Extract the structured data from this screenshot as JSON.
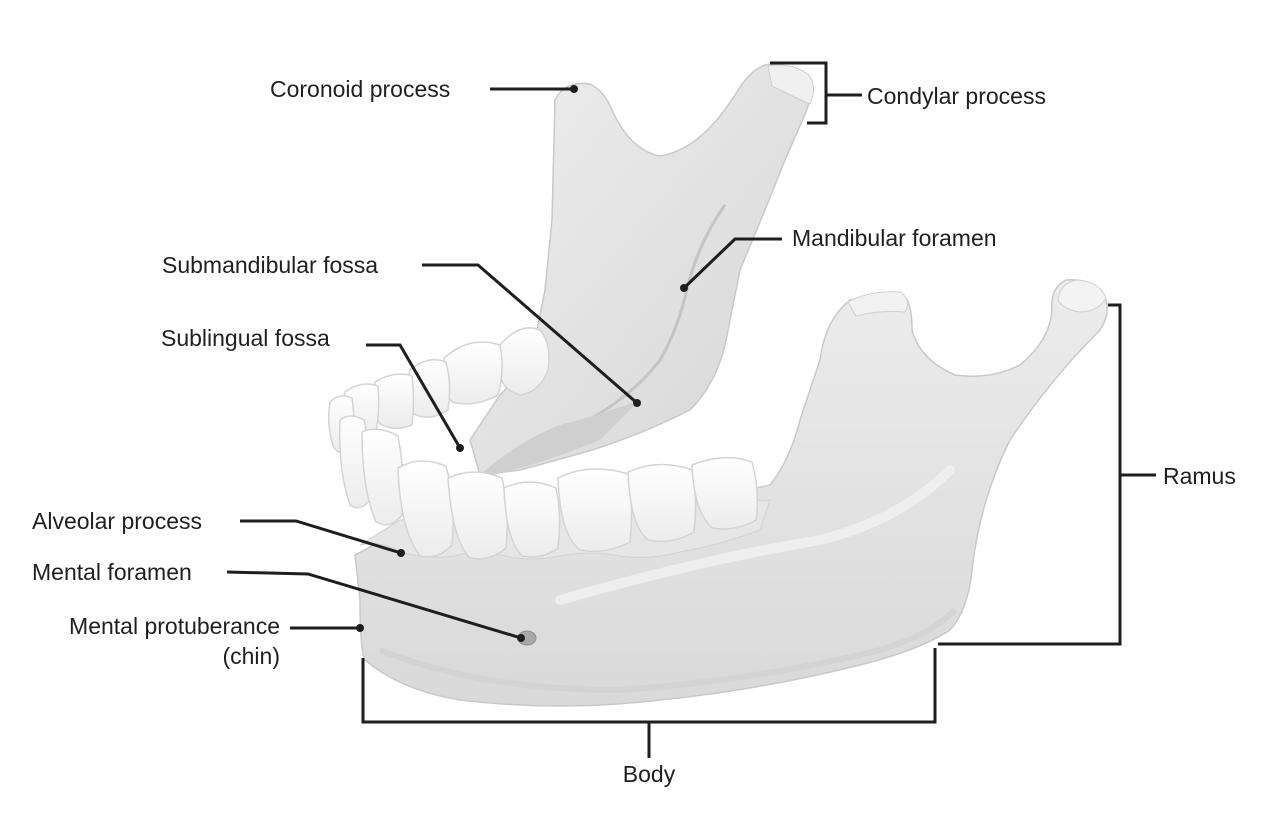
{
  "diagram": {
    "labels": {
      "coronoid_process": "Coronoid process",
      "condylar_process": "Condylar process",
      "mandibular_foramen": "Mandibular foramen",
      "submandibular_fossa": "Submandibular fossa",
      "sublingual_fossa": "Sublingual fossa",
      "alveolar_process": "Alveolar process",
      "mental_foramen": "Mental foramen",
      "mental_protuberance": "Mental protuberance",
      "mental_protuberance_sub": "(chin)",
      "ramus": "Ramus",
      "body": "Body"
    },
    "colors": {
      "bone": "#e2e2e2",
      "bone_shadow": "#cdcdcd",
      "bone_highlight": "#f2f2f2",
      "teeth": "#f7f7f7",
      "teeth_outline": "#d6d6d6",
      "leader_line": "#1e1e1e",
      "text": "#1f1f1f"
    }
  }
}
